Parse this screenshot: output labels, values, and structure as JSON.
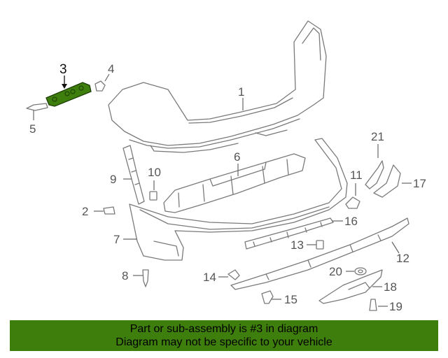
{
  "diagram": {
    "callouts": [
      "1",
      "2",
      "3",
      "4",
      "5",
      "6",
      "7",
      "8",
      "9",
      "10",
      "11",
      "12",
      "13",
      "14",
      "15",
      "16",
      "17",
      "18",
      "19",
      "20",
      "21"
    ],
    "highlighted_callout": "3",
    "highlight_color": "#3e7e0c"
  },
  "banner": {
    "line1": "Part or sub-assembly is #3 in diagram",
    "line2": "Diagram may not be specific to your vehicle",
    "background": "#3e7e0c"
  }
}
